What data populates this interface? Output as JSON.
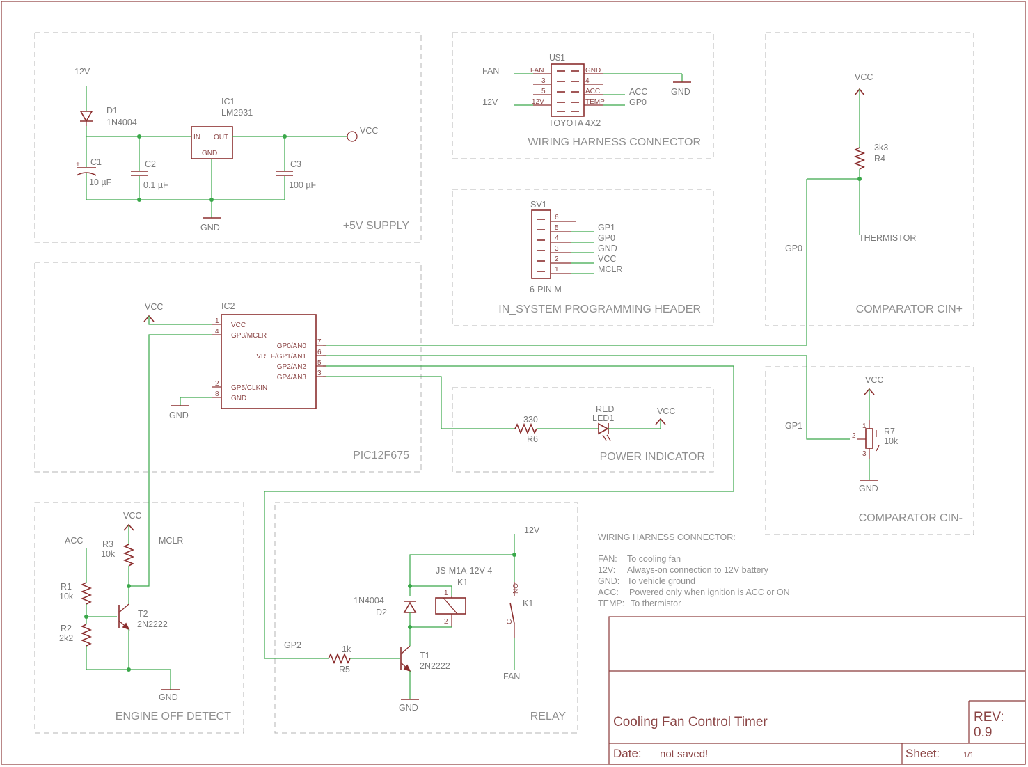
{
  "title_block": {
    "title": "Cooling Fan Control Timer",
    "rev_label": "REV:",
    "rev_value": "0.9",
    "date_label": "Date:",
    "date_value": "not saved!",
    "sheet_label": "Sheet:",
    "sheet_value": "1/1"
  },
  "blocks": {
    "supply": "+5V SUPPLY",
    "harness": "WIRING HARNESS CONNECTOR",
    "isp": "IN_SYSTEM PROGRAMMING HEADER",
    "cin_plus": "COMPARATOR CIN+",
    "mcu": "PIC12F675",
    "power": "POWER INDICATOR",
    "cin_minus": "COMPARATOR CIN-",
    "engine": "ENGINE OFF DETECT",
    "relay": "RELAY"
  },
  "notes": {
    "heading": "WIRING HARNESS CONNECTOR:",
    "lines": [
      {
        "key": "FAN:",
        "text": "To cooling fan"
      },
      {
        "key": "12V:",
        "text": "Always-on connection to 12V battery"
      },
      {
        "key": "GND:",
        "text": "To vehicle ground"
      },
      {
        "key": "ACC:",
        "text": "Powered only when ignition is ACC or ON"
      },
      {
        "key": "TEMP:",
        "text": "To thermistor"
      }
    ]
  },
  "supply": {
    "v12": "12V",
    "d1_name": "D1",
    "d1_value": "1N4004",
    "ic1_name": "IC1",
    "ic1_value": "LM2931",
    "pin_in": "IN",
    "pin_out": "OUT",
    "pin_gnd": "GND",
    "vcc": "VCC",
    "c1_name": "C1",
    "c1_value": "10 µF",
    "c2_name": "C2",
    "c2_value": "0.1 µF",
    "c3_name": "C3",
    "c3_value": "100 µF",
    "gnd": "GND"
  },
  "harness": {
    "name": "U$1",
    "package": "TOYOTA 4X2",
    "left_pins": [
      "FAN",
      "3",
      "5",
      "12V"
    ],
    "right_pins": [
      "GND",
      "4",
      "ACC",
      "TEMP"
    ],
    "net_fan": "FAN",
    "net_12v": "12V",
    "net_acc": "ACC",
    "net_gp0": "GP0",
    "net_gnd": "GND"
  },
  "isp": {
    "name": "SV1",
    "package": "6-PIN M",
    "pins": [
      "6",
      "5",
      "4",
      "3",
      "2",
      "1"
    ],
    "nets": [
      "GP1",
      "GP0",
      "GND",
      "VCC",
      "MCLR"
    ]
  },
  "cin_plus": {
    "vcc": "VCC",
    "r_value": "3k3",
    "r_name": "R4",
    "thermistor": "THERMISTOR",
    "gp0": "GP0"
  },
  "mcu": {
    "name": "IC2",
    "vcc": "VCC",
    "gnd": "GND",
    "left_pins": [
      {
        "num": "1",
        "label": "VCC"
      },
      {
        "num": "4",
        "label": "GP3/MCLR"
      },
      {
        "num": "2",
        "label": "GP5/CLKIN"
      },
      {
        "num": "8",
        "label": "GND"
      }
    ],
    "right_pins": [
      {
        "num": "7",
        "label": "GP0/AN0"
      },
      {
        "num": "6",
        "label": "VREF/GP1/AN1"
      },
      {
        "num": "5",
        "label": "GP2/AN2"
      },
      {
        "num": "3",
        "label": "GP4/AN3"
      }
    ]
  },
  "power": {
    "r_value": "330",
    "r_name": "R6",
    "led_color": "RED",
    "led_name": "LED1",
    "vcc": "VCC"
  },
  "cin_minus": {
    "vcc": "VCC",
    "gp1": "GP1",
    "r_name": "R7",
    "r_value": "10k",
    "pin1": "1",
    "pin2": "2",
    "pin3": "3",
    "gnd": "GND"
  },
  "engine": {
    "acc": "ACC",
    "vcc": "VCC",
    "mclr": "MCLR",
    "r3_name": "R3",
    "r3_value": "10k",
    "r1_name": "R1",
    "r1_value": "10k",
    "r2_name": "R2",
    "r2_value": "2k2",
    "t2_name": "T2",
    "t2_value": "2N2222",
    "gnd": "GND"
  },
  "relay": {
    "v12": "12V",
    "relay_part": "JS-M1A-12V-4",
    "k1_a": "K1",
    "k1_b": "K1",
    "d2_value": "1N4004",
    "d2_name": "D2",
    "coil_pin1": "1",
    "coil_pin2": "2",
    "sw_no": "NO",
    "sw_c": "C",
    "fan": "FAN",
    "gp2": "GP2",
    "r5_value": "1k",
    "r5_name": "R5",
    "t1_name": "T1",
    "t1_value": "2N2222",
    "gnd": "GND"
  }
}
